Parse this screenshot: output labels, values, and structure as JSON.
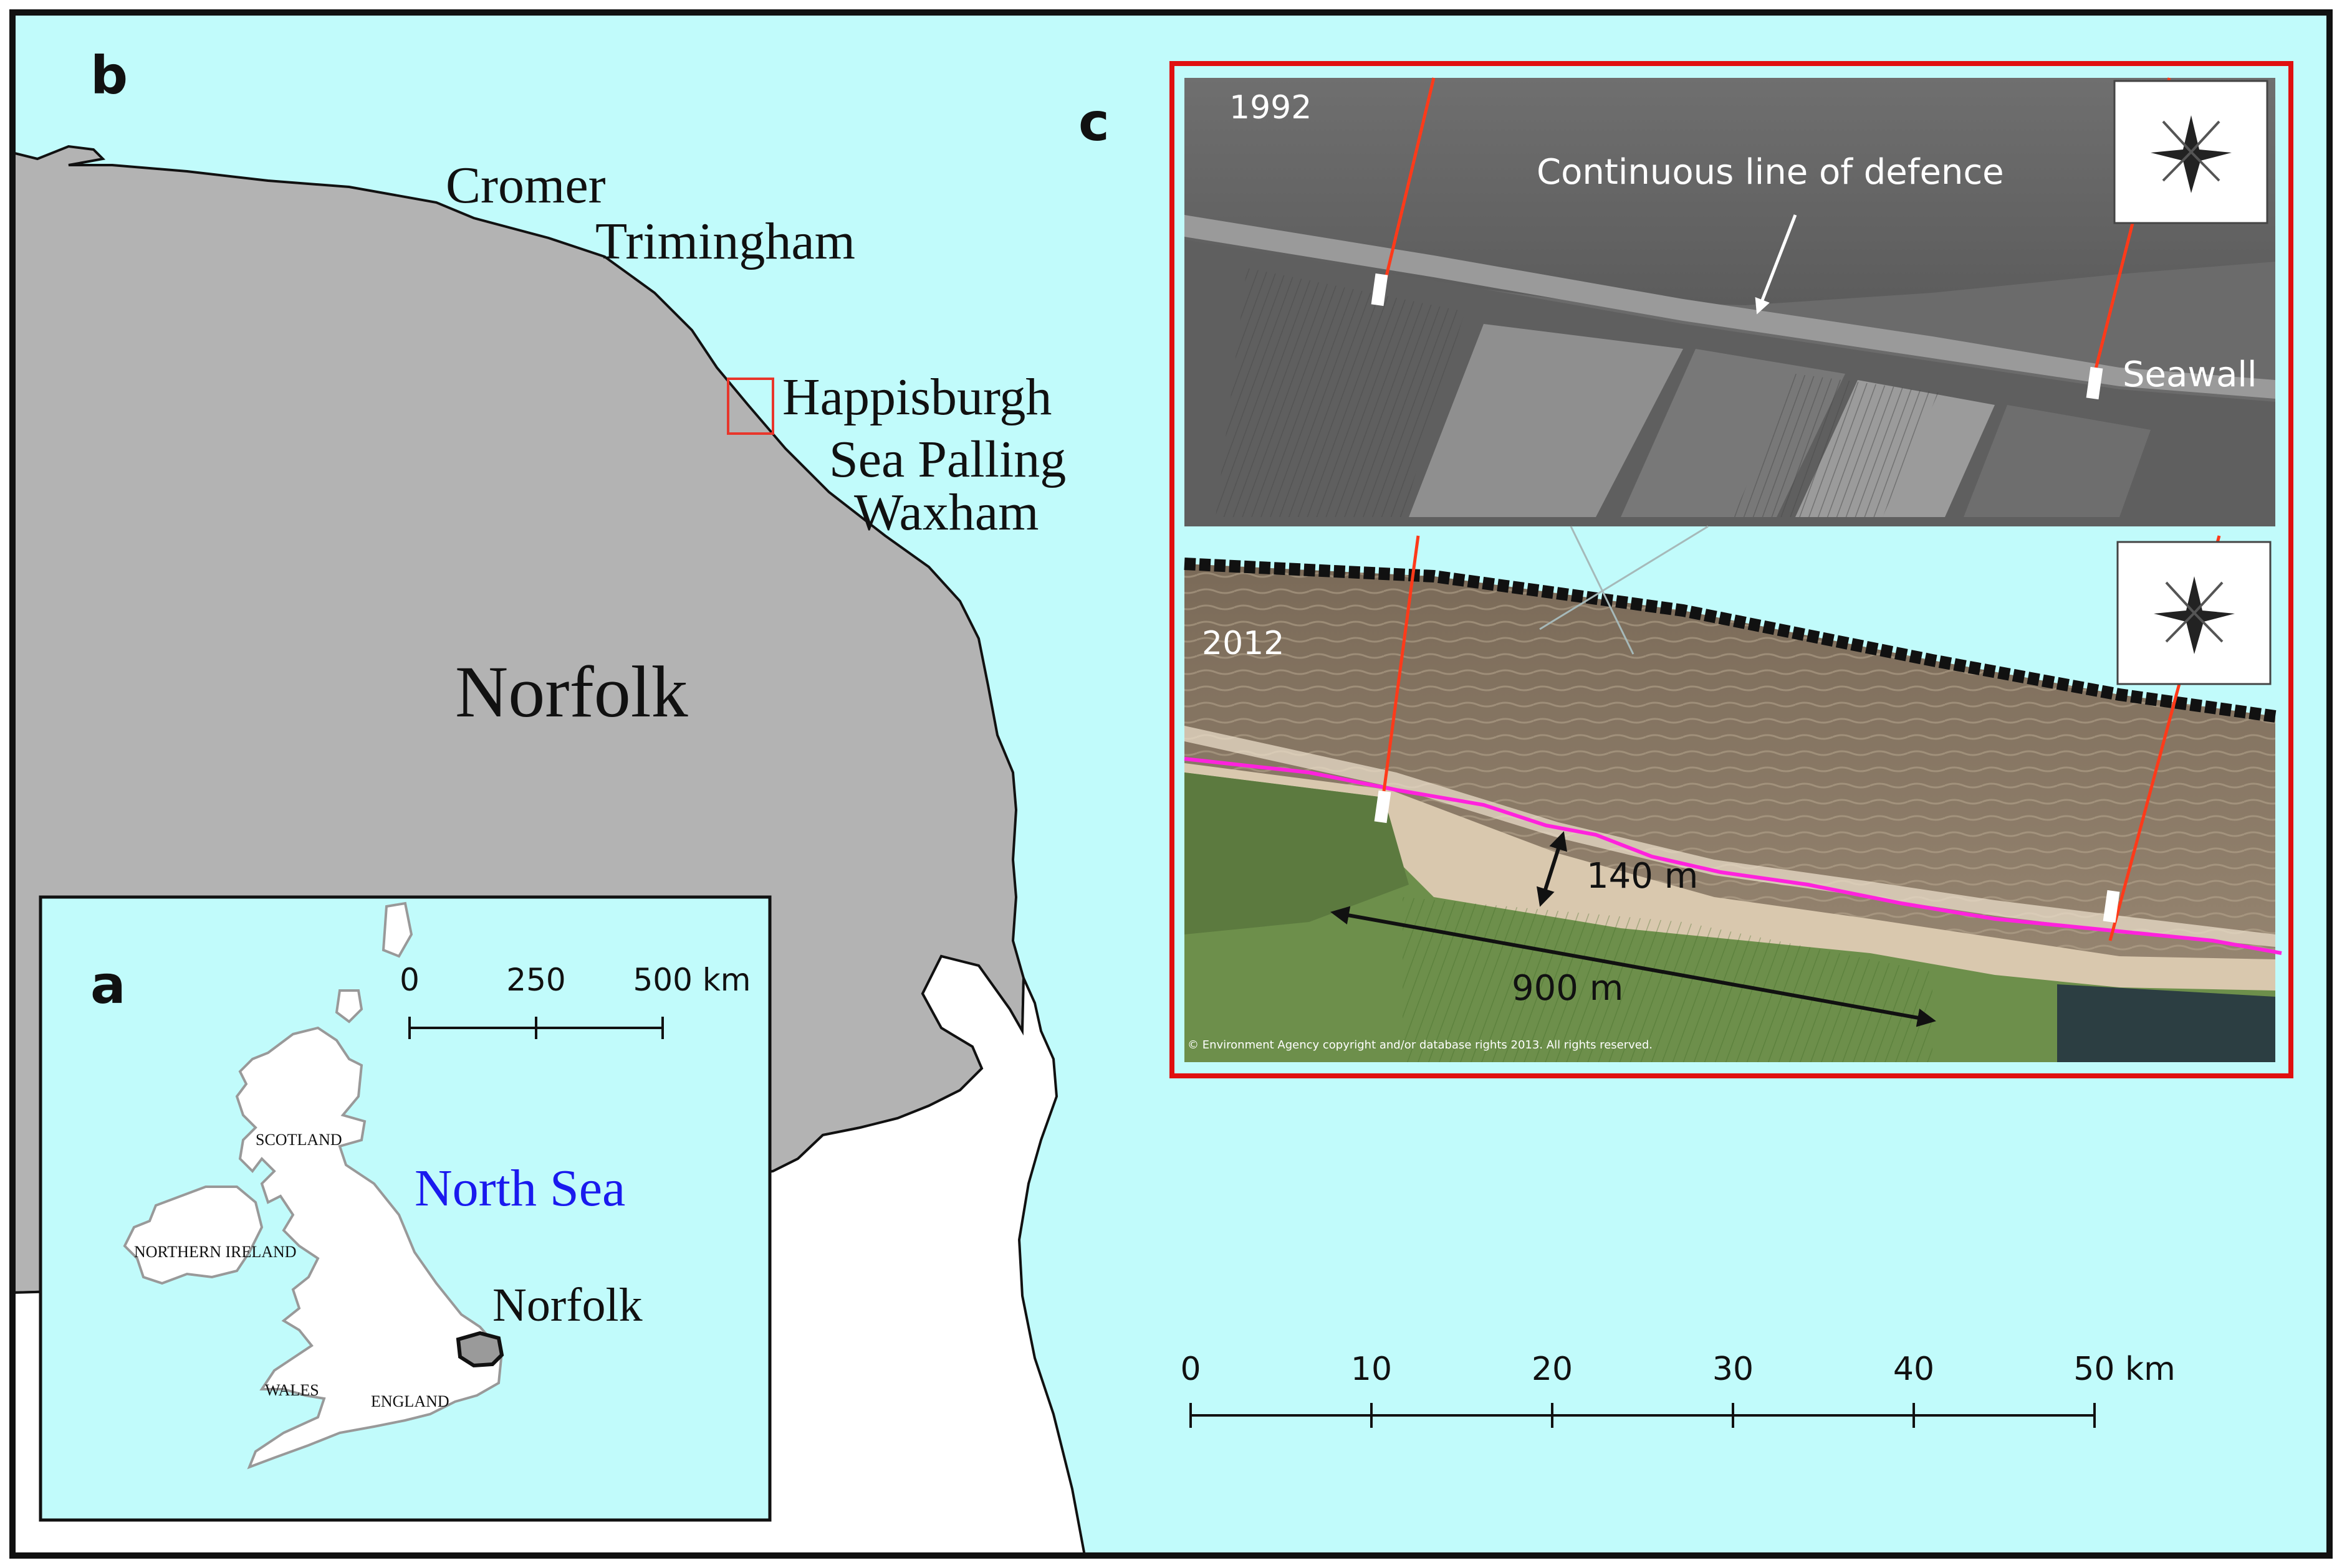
{
  "panel_labels": {
    "a": "a",
    "b": "b",
    "c": "c"
  },
  "places": {
    "cromer": "Cromer",
    "trimingham": "Trimingham",
    "happisburgh": "Happisburgh",
    "sea_palling": "Sea Palling",
    "waxham": "Waxham",
    "norfolk_main": "Norfolk"
  },
  "inset": {
    "scale_ticks": [
      "0",
      "250",
      "500 km"
    ],
    "sea_label": "North Sea",
    "norfolk": "Norfolk",
    "scotland": "SCOTLAND",
    "northern_ireland": "NORTHERN IRELAND",
    "wales": "WALES",
    "england": "ENGLAND"
  },
  "aerial": {
    "year_1992": "1992",
    "year_2012": "2012",
    "annotation_defence": "Continuous line of defence",
    "annotation_seawall": "Seawall",
    "distance_cross": "140 m",
    "distance_along": "900 m",
    "copyright": "© Environment Agency copyright and/or database rights 2013. All rights reserved.",
    "compass": "compass-rose"
  },
  "main_scale": {
    "ticks": [
      "0",
      "10",
      "20",
      "30",
      "40",
      "50 km"
    ]
  },
  "colors": {
    "sea": "#c1fbfb",
    "land": "#b3b3b3",
    "land_white": "#ffffff",
    "study_box": "#e8362b",
    "panel_c_border": "#e01010",
    "shoreline_2012": "#ff22dd",
    "sea_label": "#1a1aee"
  }
}
